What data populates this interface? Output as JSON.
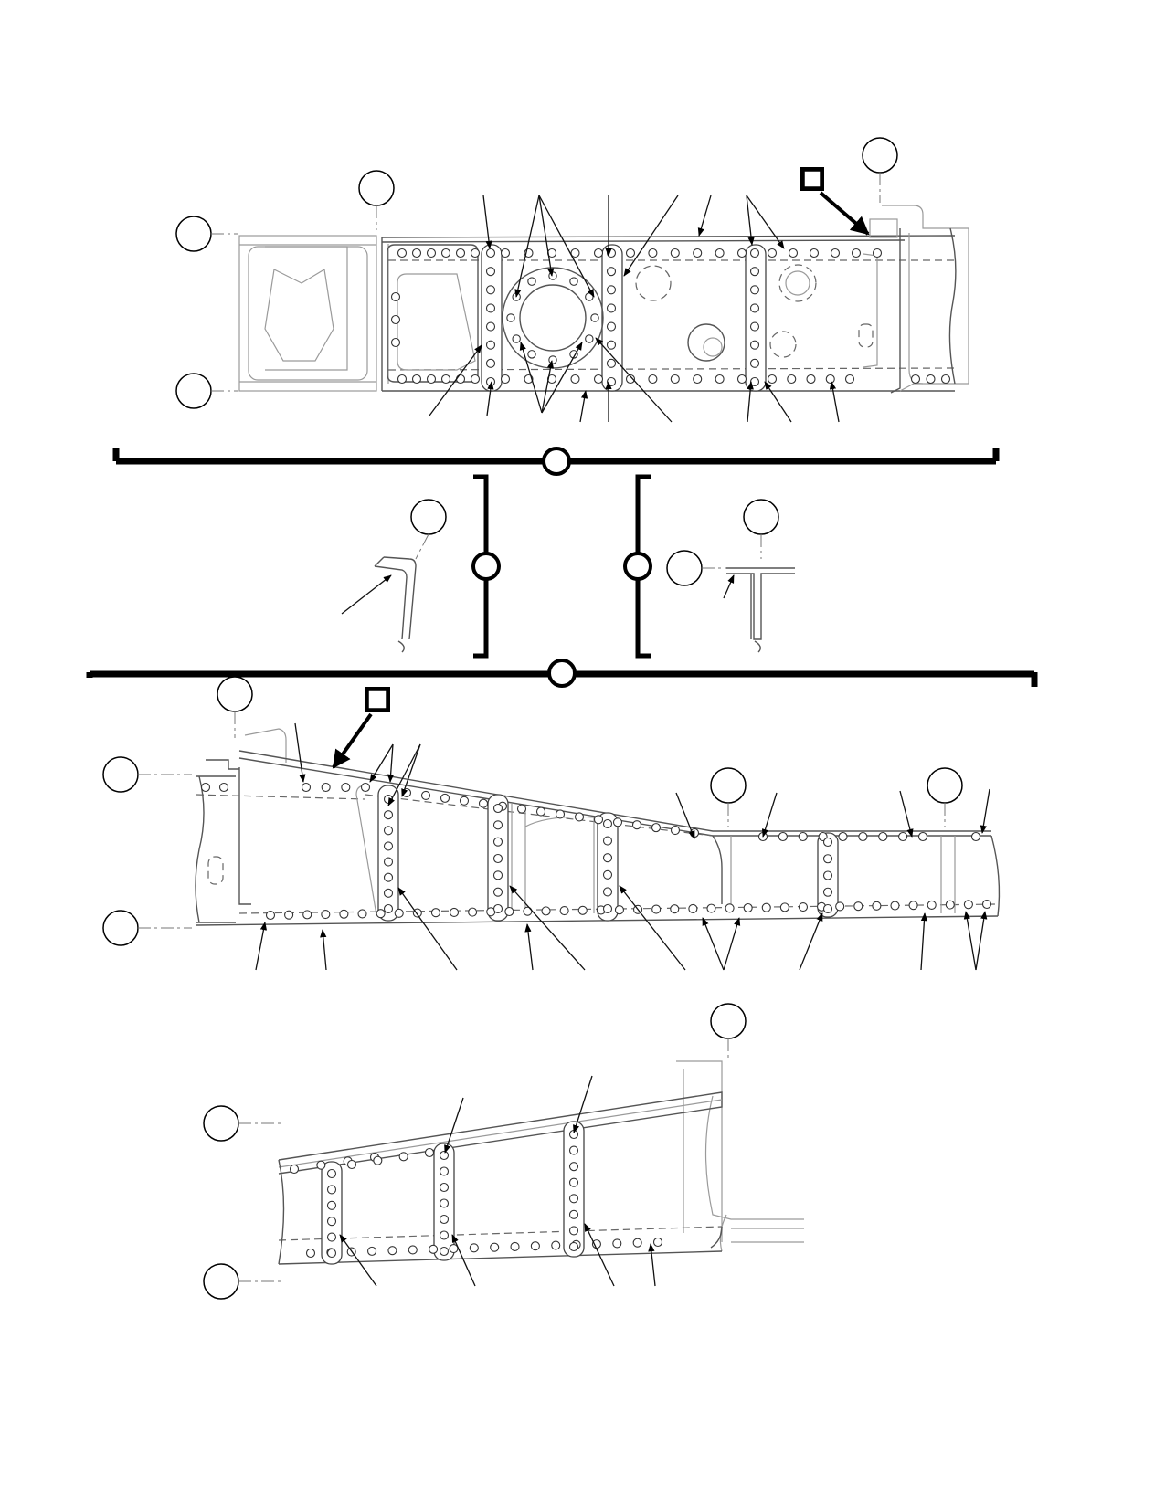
{
  "figure": {
    "views": [
      {
        "id": "view-upper-plan",
        "callouts": []
      },
      {
        "id": "view-section-left",
        "callouts": []
      },
      {
        "id": "view-section-right",
        "callouts": []
      },
      {
        "id": "view-middle-side",
        "callouts": []
      },
      {
        "id": "view-lower-side",
        "callouts": []
      }
    ],
    "colors": {
      "line": "#000000",
      "part": "#555555",
      "hidden": "#666666",
      "background": "#ffffff"
    },
    "icons": [
      "leader-arrow",
      "callout-balloon",
      "locator-square",
      "section-cut-line",
      "break-line"
    ]
  }
}
